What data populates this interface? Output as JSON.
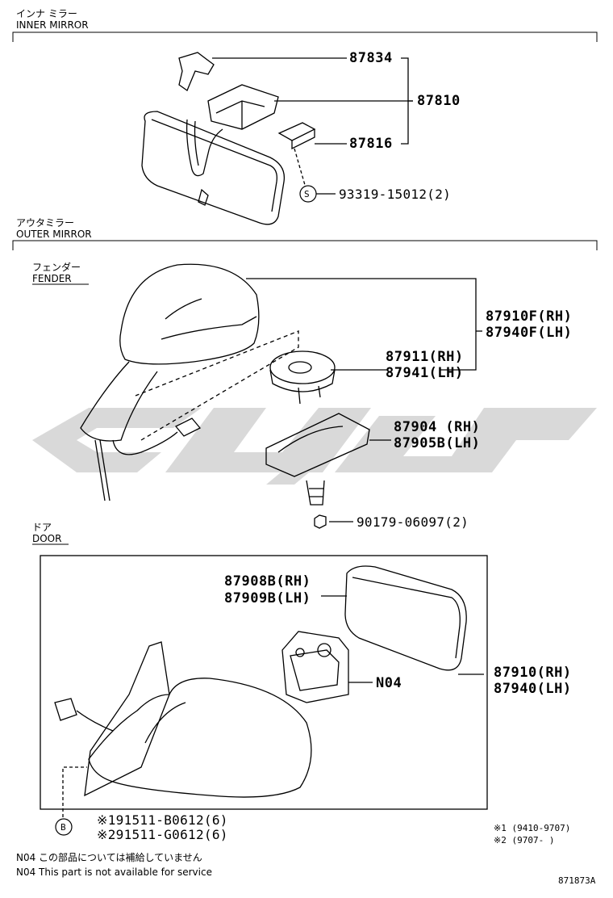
{
  "sections": {
    "inner_jp": "インナ ミラー",
    "inner_en": "INNER MIRROR",
    "outer_jp": "アウタミラー",
    "outer_en": "OUTER MIRROR",
    "fender_jp": "フェンダー",
    "fender_en": "FENDER",
    "door_jp": "ドア",
    "door_en": "DOOR"
  },
  "callouts": {
    "p87834": "87834",
    "p87810": "87810",
    "p87816": "87816",
    "s_marker": "S",
    "p93319": "93319-15012(2)",
    "p87910F": "87910F(RH)",
    "p87940F": "87940F(LH)",
    "p87911": "87911(RH)",
    "p87941": "87941(LH)",
    "p87904": "87904 (RH)",
    "p87905B": "87905B(LH)",
    "p90179": "90179-06097(2)",
    "p87908B": "87908B(RH)",
    "p87909B": "87909B(LH)",
    "n04": "N04",
    "p87910": "87910(RH)",
    "p87940": "87940(LH)",
    "b_marker": "B",
    "p91511_b": "※191511-B0612(6)",
    "p91511_g": "※291511-G0612(6)"
  },
  "legend": {
    "l1": "※1 (9410-9707)",
    "l2": "※2 (9707-      )"
  },
  "notes": {
    "jp": "N04 この部品については補給していません",
    "en": "N04 This part is not available for service"
  },
  "figure_id": "871873A",
  "colors": {
    "line": "#000000",
    "watermark": "#d9d9d9"
  }
}
